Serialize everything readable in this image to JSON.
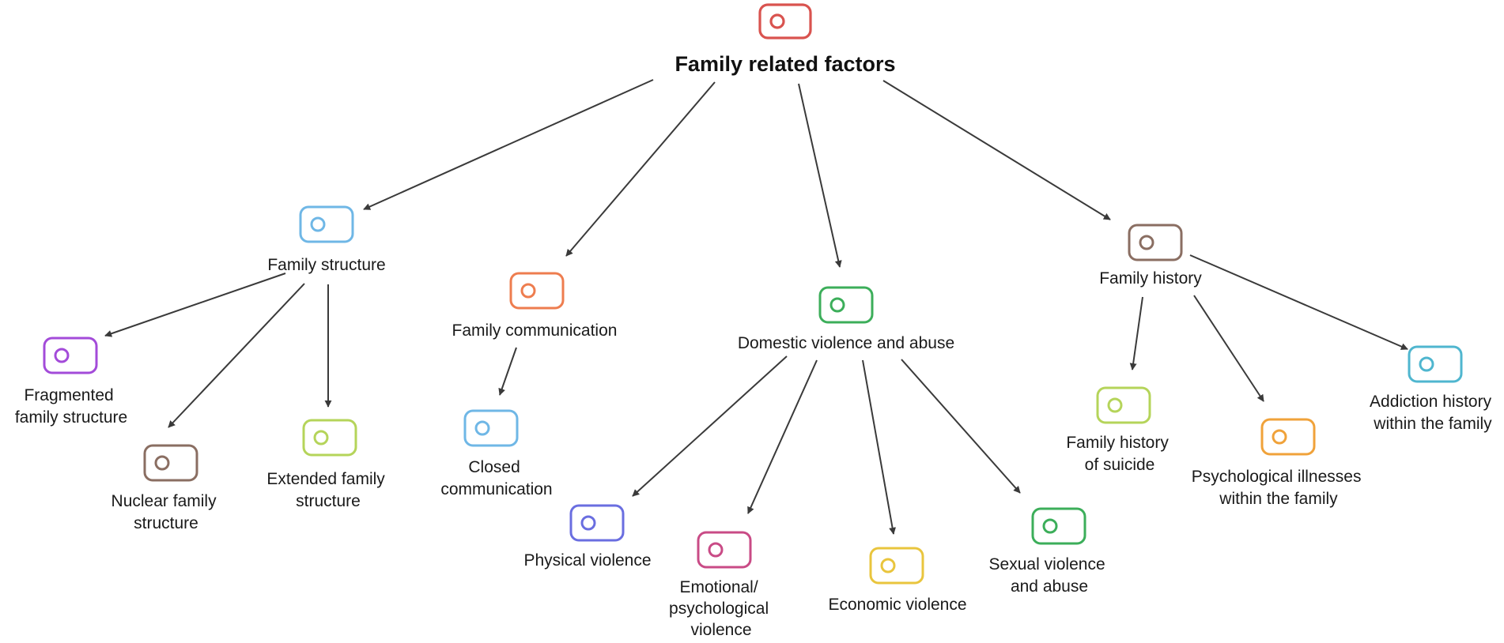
{
  "diagram": {
    "root": {
      "label": "Family related factors",
      "color": "#d9534f",
      "icon": "code-node-icon"
    },
    "nodes": {
      "family_structure": {
        "label": "Family structure",
        "color": "#6fb7e6",
        "icon": "code-node-icon"
      },
      "family_communication": {
        "label": "Family communication",
        "color": "#ee7d4f",
        "icon": "code-node-icon"
      },
      "domestic_violence": {
        "label": "Domestic violence and abuse",
        "color": "#3cae5a",
        "icon": "code-node-icon"
      },
      "family_history": {
        "label": "Family history",
        "color": "#8a6e62",
        "icon": "code-node-icon"
      },
      "fragmented": {
        "label_lines": [
          "Fragmented",
          "family structure"
        ],
        "color": "#a34bd9",
        "icon": "code-node-icon"
      },
      "nuclear": {
        "label_lines": [
          "Nuclear family",
          "structure"
        ],
        "color": "#8a6e62",
        "icon": "code-node-icon"
      },
      "extended": {
        "label_lines": [
          "Extended family",
          "structure"
        ],
        "color": "#b5d45a",
        "icon": "code-node-icon"
      },
      "closed_comm": {
        "label_lines": [
          "Closed",
          "communication"
        ],
        "color": "#6fb7e6",
        "icon": "code-node-icon"
      },
      "physical": {
        "label": "Physical violence",
        "color": "#6a6ee0",
        "icon": "code-node-icon"
      },
      "emotional": {
        "label_lines": [
          "Emotional/",
          "psychological",
          "violence"
        ],
        "color": "#c94b86",
        "icon": "code-node-icon"
      },
      "economic": {
        "label": "Economic violence",
        "color": "#e9c53d",
        "icon": "code-node-icon"
      },
      "sexual": {
        "label_lines": [
          "Sexual violence",
          "and abuse"
        ],
        "color": "#3cae5a",
        "icon": "code-node-icon"
      },
      "history_suicide": {
        "label_lines": [
          "Family history",
          "of suicide"
        ],
        "color": "#b5d45a",
        "icon": "code-node-icon"
      },
      "psych_illness": {
        "label_lines": [
          "Psychological illnesses",
          "within the family"
        ],
        "color": "#f0a23a",
        "icon": "code-node-icon"
      },
      "addiction": {
        "label_lines": [
          "Addiction history",
          "within the family"
        ],
        "color": "#4fb6cf",
        "icon": "code-node-icon"
      }
    }
  }
}
